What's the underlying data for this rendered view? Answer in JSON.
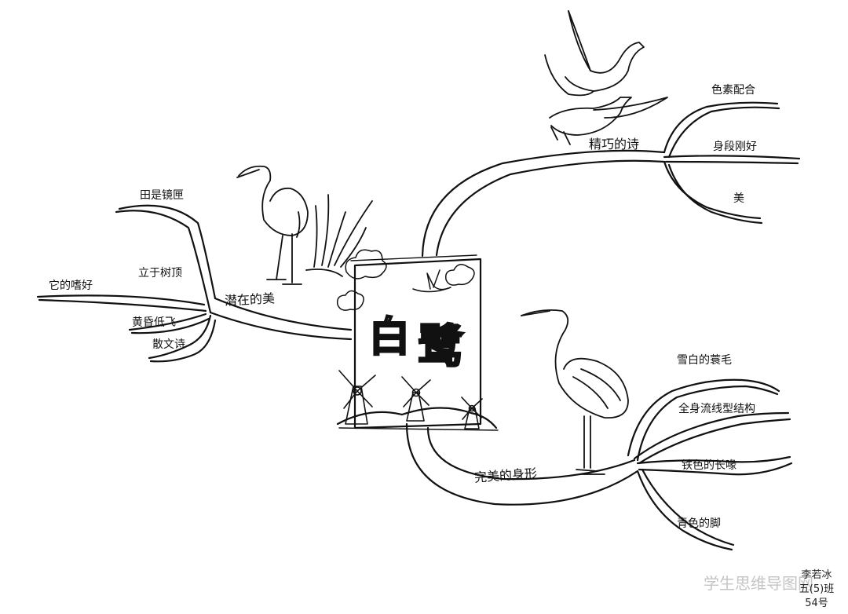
{
  "diagram": {
    "title": "白鹭",
    "title_chars": [
      "白",
      "鹭"
    ],
    "branches": [
      {
        "label": "潜在的美",
        "leaves": [
          "田是镜匣",
          "立于树顶",
          "它的嗜好",
          "黄昏低飞",
          "散文诗"
        ]
      },
      {
        "label": "精巧的诗",
        "leaves": [
          "色素配合",
          "身段刚好",
          "美"
        ]
      },
      {
        "label": "完美的身形",
        "leaves": [
          "雪白的蓑毛",
          "全身流线型结构",
          "铁色的长喙",
          "青色的脚"
        ]
      }
    ],
    "author": [
      "李若冰",
      "五(5)班",
      "54号"
    ],
    "watermark": "学生思维导图网"
  },
  "colors": {
    "ink": "#111111",
    "paper": "#ffffff",
    "watermark": "#c4c4c4"
  }
}
